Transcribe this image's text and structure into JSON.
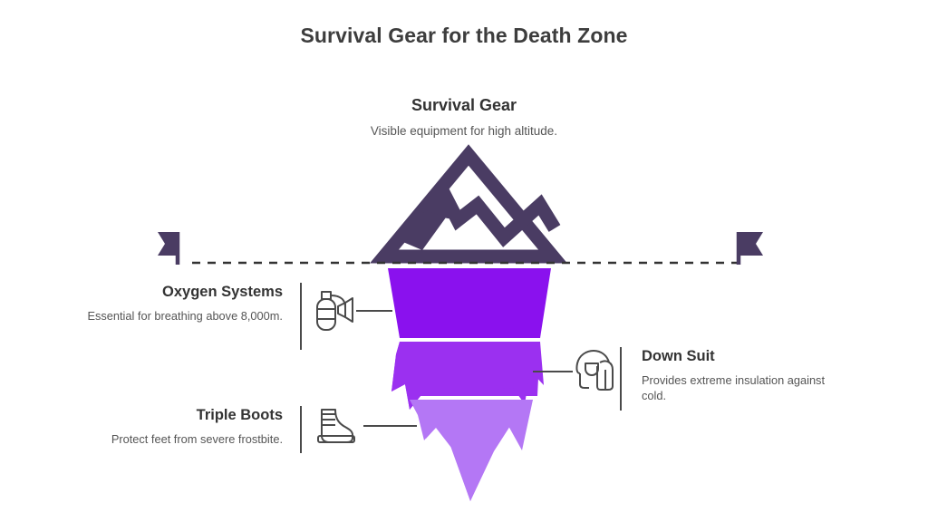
{
  "page": {
    "title": "Survival Gear for the Death Zone",
    "background_color": "#ffffff",
    "title_color": "#3d3d3d"
  },
  "top_section": {
    "heading": "Survival Gear",
    "description": "Visible equipment for high altitude.",
    "icon": "mountain-icon",
    "icon_color": "#4a3c63"
  },
  "waterline": {
    "style": "dashed",
    "color": "#333333",
    "left_flag_icon": "flag-left-icon",
    "right_flag_icon": "flag-right-icon",
    "flag_color": "#4a3c63"
  },
  "items": [
    {
      "id": "oxygen-systems",
      "heading": "Oxygen Systems",
      "description": "Essential for breathing above 8,000m.",
      "icon": "oxygen-tank-icon",
      "side": "left",
      "band_color": "#8a11ee"
    },
    {
      "id": "down-suit",
      "heading": "Down Suit",
      "description": "Provides extreme insulation against cold.",
      "icon": "down-jacket-icon",
      "side": "right",
      "band_color": "#9b30f0"
    },
    {
      "id": "triple-boots",
      "heading": "Triple Boots",
      "description": "Protect feet from severe frostbite.",
      "icon": "boot-icon",
      "side": "left",
      "band_color": "#b477f5"
    }
  ],
  "chart_data": {
    "type": "iceberg",
    "title": "Survival Gear for the Death Zone",
    "above_water": {
      "label": "Survival Gear",
      "sublabel": "Visible equipment for high altitude."
    },
    "layers": [
      {
        "label": "Oxygen Systems",
        "color": "#8a11ee",
        "depth_rank": 1
      },
      {
        "label": "Down Suit",
        "color": "#9b30f0",
        "depth_rank": 2
      },
      {
        "label": "Triple Boots",
        "color": "#b477f5",
        "depth_rank": 3
      }
    ]
  }
}
